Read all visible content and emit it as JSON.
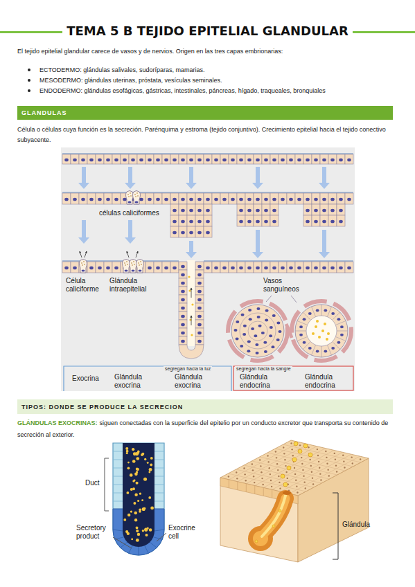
{
  "diagram": {
    "title": "TEMA 5 B TEJIDO EPITELIAL GLANDULAR",
    "nodes": [
      {
        "text": [
          "GLANDULAS"
        ]
      },
      {
        "text": [
          "TIPOS: DONDE SE PRODUCE LA SECRECION"
        ]
      }
    ],
    "labels": [
      "El tejido epitelial glandular carece de vasos y de nervios. Origen en las tres capas embrionarias:",
      "ECTODERMO: glándulas salivales, sudoríparas, mamarias.",
      "MESODERMO: glándulas uterinas, próstata, vesículas seminales.",
      "ENDODERMO: glándulas esofágicas, gástricas, intestinales, páncreas, hígado, traqueales, bronquiales",
      "Célula o células cuya función es la secreción. Parénquima y estroma (tejido conjuntivo). Crecimiento epitelial hacia el tejido conectivo subyacente.",
      "células caliciformes",
      "Célula caliciforme",
      "Glándula intraepitelial",
      "Vasos sanguíneos",
      "segregan hacia la luz",
      "segregan hacia la sangre",
      "Exocrina",
      "Glándula exocrina",
      "Glándula exocrina",
      "Glándula endocrina",
      "Glándula endocrina",
      "GLÁNDULAS EXOCRINAS:",
      "siguen conectadas con la superficie del epitelio por un conducto excretor que transporta su contenido de secreción al exterior.",
      "Duct",
      "Secretory product",
      "Exocrine cell",
      "Glándula"
    ]
  }
}
